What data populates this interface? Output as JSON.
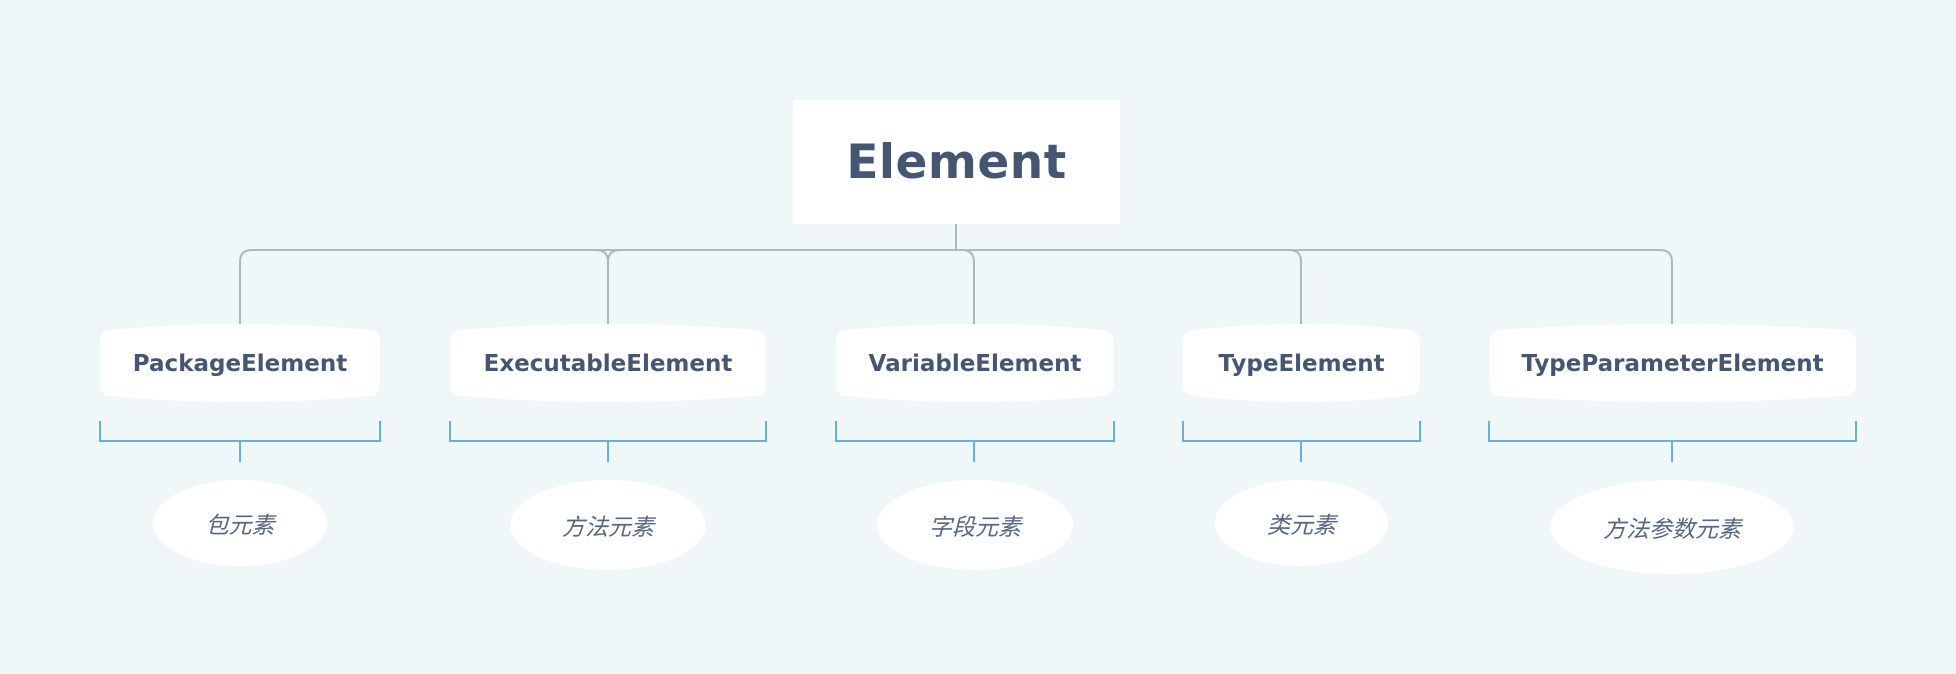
{
  "diagram": {
    "root": {
      "label": "Element"
    },
    "children": [
      {
        "label": "PackageElement",
        "description": "包元素"
      },
      {
        "label": "ExecutableElement",
        "description": "方法元素"
      },
      {
        "label": "VariableElement",
        "description": "字段元素"
      },
      {
        "label": "TypeElement",
        "description": "类元素"
      },
      {
        "label": "TypeParameterElement",
        "description": "方法参数元素"
      }
    ],
    "colors": {
      "background": "#eff7f9",
      "tree_connector": "#a9bac6",
      "bracket": "#6aafd6",
      "text": "#445671"
    }
  }
}
